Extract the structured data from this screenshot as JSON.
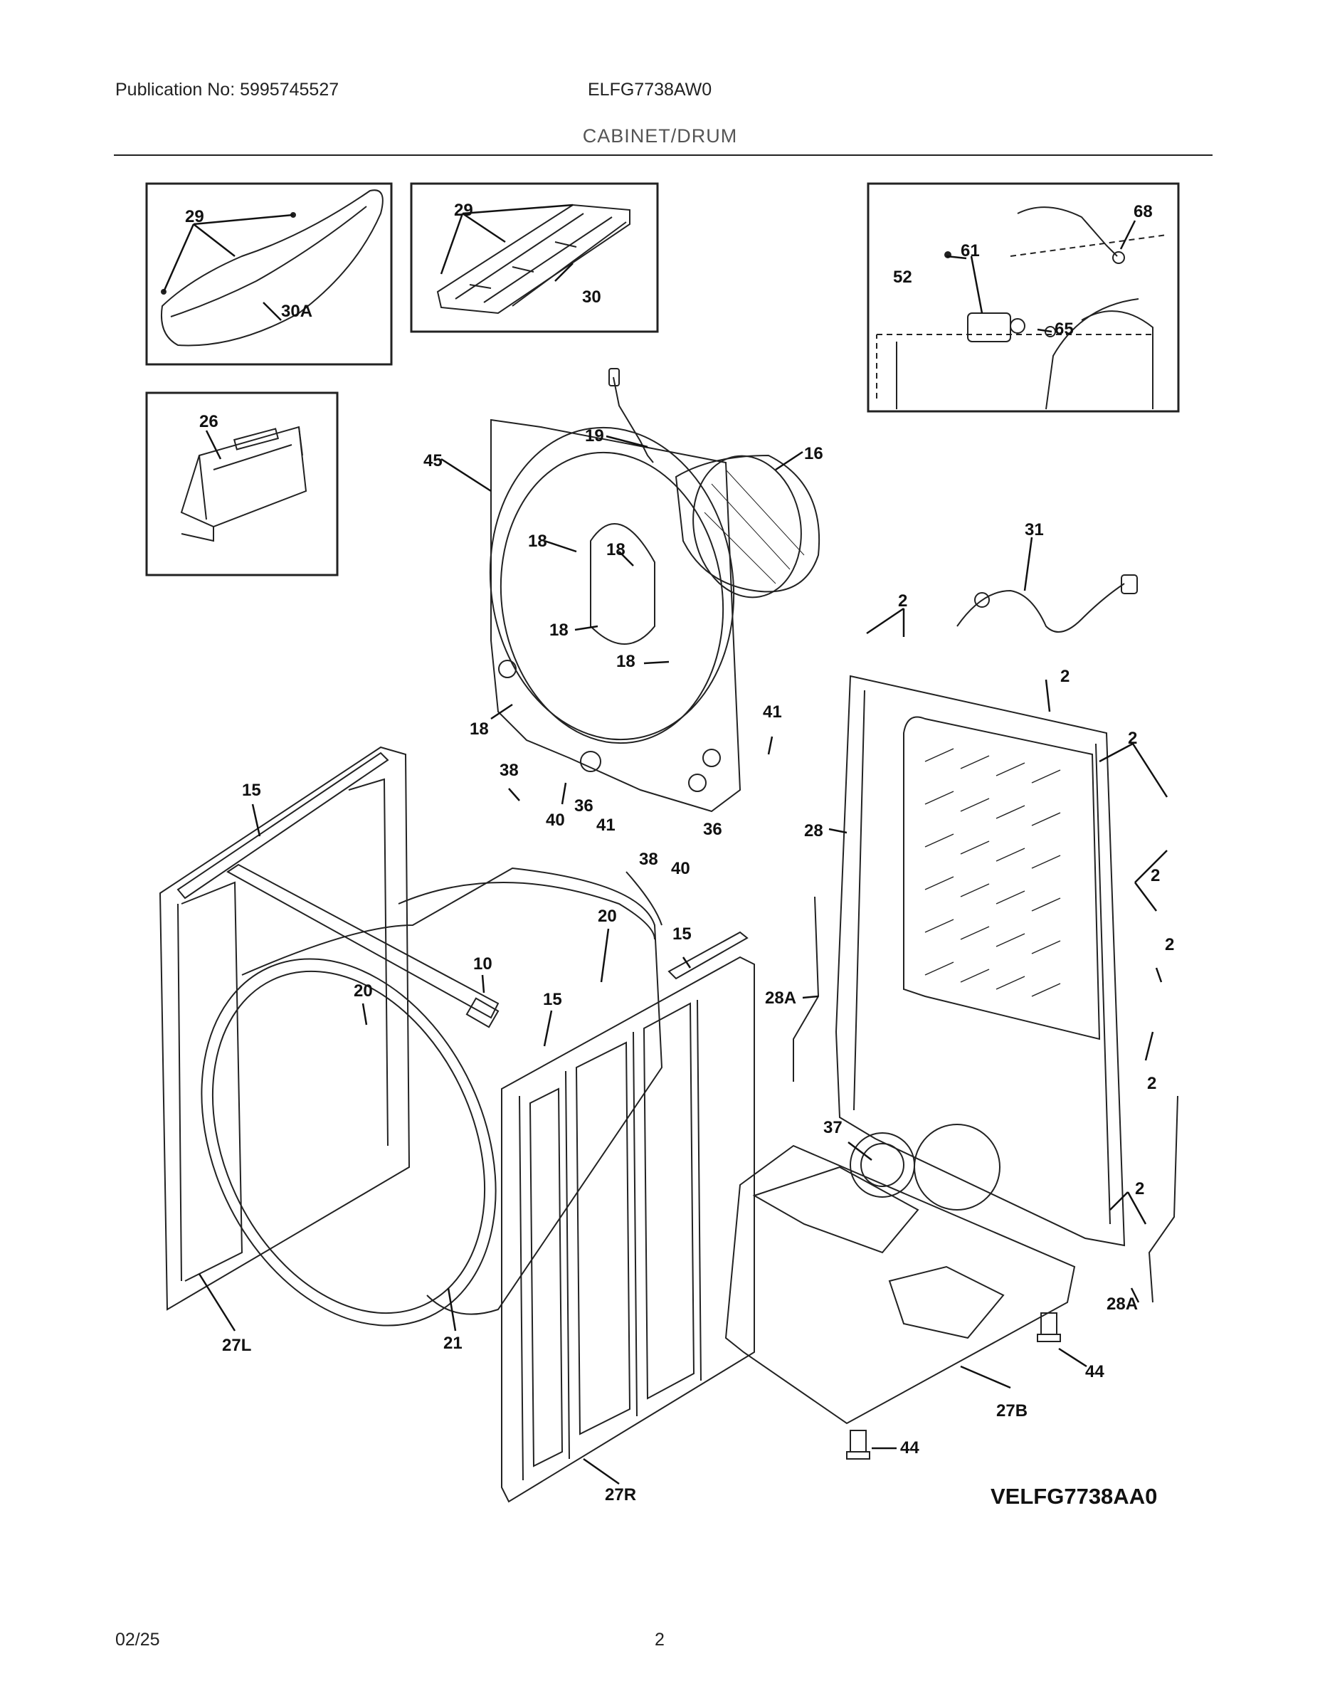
{
  "header": {
    "publication": "Publication No: 5995745527",
    "model": "ELFG7738AW0",
    "section": "CABINET/DRUM"
  },
  "footer": {
    "date": "02/25",
    "page": "2"
  },
  "diagram": {
    "code": "VELFG7738AA0",
    "labels": [
      "29",
      "30A",
      "29",
      "30",
      "68",
      "61",
      "52",
      "65",
      "26",
      "19",
      "16",
      "45",
      "18",
      "18",
      "31",
      "18",
      "2",
      "18",
      "2",
      "18",
      "41",
      "2",
      "38",
      "36",
      "40",
      "41",
      "38",
      "40",
      "36",
      "28",
      "2",
      "15",
      "20",
      "2",
      "15",
      "10",
      "20",
      "15",
      "28A",
      "2",
      "37",
      "2",
      "28A",
      "44",
      "21",
      "27L",
      "27B",
      "44",
      "27R"
    ]
  }
}
